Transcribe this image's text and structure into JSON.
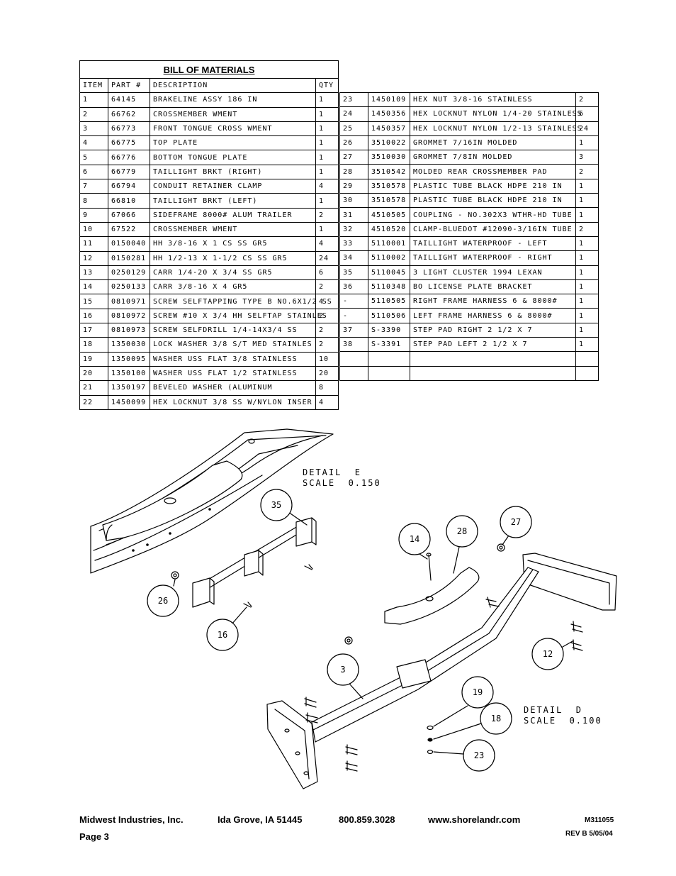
{
  "bom": {
    "title": "BILL OF MATERIALS",
    "headers": [
      "ITEM",
      "PART #",
      "DESCRIPTION",
      "QTY"
    ],
    "left_rows": [
      [
        "1",
        "64145",
        "BRAKELINE ASSY 186 IN",
        "1"
      ],
      [
        "2",
        "66762",
        "CROSSMEMBER WMENT",
        "1"
      ],
      [
        "3",
        "66773",
        "FRONT TONGUE CROSS WMENT",
        "1"
      ],
      [
        "4",
        "66775",
        "TOP PLATE",
        "1"
      ],
      [
        "5",
        "66776",
        "BOTTOM TONGUE PLATE",
        "1"
      ],
      [
        "6",
        "66779",
        "TAILLIGHT BRKT (RIGHT)",
        "1"
      ],
      [
        "7",
        "66794",
        "CONDUIT RETAINER CLAMP",
        "4"
      ],
      [
        "8",
        "66810",
        "TAILLIGHT BRKT (LEFT)",
        "1"
      ],
      [
        "9",
        "67066",
        "SIDEFRAME 8000# ALUM TRAILER",
        "2"
      ],
      [
        "10",
        "67522",
        "CROSSMEMBER WMENT",
        "1"
      ],
      [
        "11",
        "0150040",
        "HH 3/8-16 X 1 CS SS GR5",
        "4"
      ],
      [
        "12",
        "0150281",
        "HH 1/2-13 X 1-1/2 CS SS GR5",
        "24"
      ],
      [
        "13",
        "0250129",
        "CARR 1/4-20 X 3/4 SS GR5",
        "6"
      ],
      [
        "14",
        "0250133",
        "CARR 3/8-16 X 4 GR5",
        "2"
      ],
      [
        "15",
        "0810971",
        "SCREW SELFTAPPING TYPE B NO.6X1/2 SS",
        "4"
      ],
      [
        "16",
        "0810972",
        "SCREW #10 X 3/4 HH SELFTAP STAINLES",
        "2"
      ],
      [
        "17",
        "0810973",
        "SCREW SELFDRILL 1/4-14X3/4 SS",
        "2"
      ],
      [
        "18",
        "1350030",
        "LOCK WASHER 3/8 S/T MED STAINLES",
        "2"
      ],
      [
        "19",
        "1350095",
        "WASHER USS FLAT 3/8 STAINLESS",
        "10"
      ],
      [
        "20",
        "1350100",
        "WASHER USS FLAT 1/2 STAINLESS",
        "20"
      ],
      [
        "21",
        "1350197",
        "BEVELED WASHER (ALUMINUM",
        "8"
      ],
      [
        "22",
        "1450099",
        "HEX LOCKNUT 3/8 SS W/NYLON INSER",
        "4"
      ]
    ],
    "right_rows": [
      [
        "23",
        "1450109",
        "HEX NUT 3/8-16 STAINLESS",
        "2"
      ],
      [
        "24",
        "1450356",
        "HEX LOCKNUT NYLON 1/4-20 STAINLESS",
        "6"
      ],
      [
        "25",
        "1450357",
        "HEX LOCKNUT NYLON 1/2-13 STAINLESS",
        "24"
      ],
      [
        "26",
        "3510022",
        "GROMMET  7/16IN MOLDED",
        "1"
      ],
      [
        "27",
        "3510030",
        "GROMMET  7/8IN MOLDED",
        "3"
      ],
      [
        "28",
        "3510542",
        "MOLDED REAR CROSSMEMBER PAD",
        "2"
      ],
      [
        "29",
        "3510578",
        "PLASTIC TUBE BLACK HDPE 210 IN",
        "1"
      ],
      [
        "30",
        "3510578",
        "PLASTIC TUBE BLACK HDPE 210 IN",
        "1"
      ],
      [
        "31",
        "4510505",
        "COUPLING - NO.302X3 WTHR-HD TUBE",
        "1"
      ],
      [
        "32",
        "4510520",
        "CLAMP-BLUEDOT #12090-3/16IN TUBE",
        "2"
      ],
      [
        "33",
        "5110001",
        "TAILLIGHT WATERPROOF - LEFT",
        "1"
      ],
      [
        "34",
        "5110002",
        "TAILLIGHT WATERPROOF - RIGHT",
        "1"
      ],
      [
        "35",
        "5110045",
        "3 LIGHT CLUSTER  1994  LEXAN",
        "1"
      ],
      [
        "36",
        "5110348",
        "BO LICENSE PLATE BRACKET",
        "1"
      ],
      [
        "-",
        "5110505",
        "RIGHT FRAME HARNESS 6 & 8000#",
        "1"
      ],
      [
        "-",
        "5110506",
        "LEFT FRAME HARNESS 6 & 8000#",
        "1"
      ],
      [
        "37",
        "S-3390",
        "STEP PAD  RIGHT  2 1/2 X  7",
        "1"
      ],
      [
        "38",
        "S-3391",
        "STEP PAD  LEFT  2 1/2 X  7",
        "1"
      ],
      [
        "",
        "",
        "",
        ""
      ],
      [
        "",
        "",
        "",
        ""
      ]
    ]
  },
  "details": {
    "detail_e": "DETAIL  E\nSCALE  0.150",
    "detail_d": "DETAIL  D\nSCALE  0.100"
  },
  "balloons": [
    "35",
    "26",
    "16",
    "14",
    "28",
    "27",
    "12",
    "3",
    "19",
    "18",
    "23"
  ],
  "footer": {
    "company": "Midwest Industries, Inc.",
    "location": "Ida Grove, IA  51445",
    "phone": "800.859.3028",
    "website": "www.shorelandr.com",
    "doc_number": "M311055",
    "page": "Page 3",
    "revision": "REV B 5/05/04"
  }
}
